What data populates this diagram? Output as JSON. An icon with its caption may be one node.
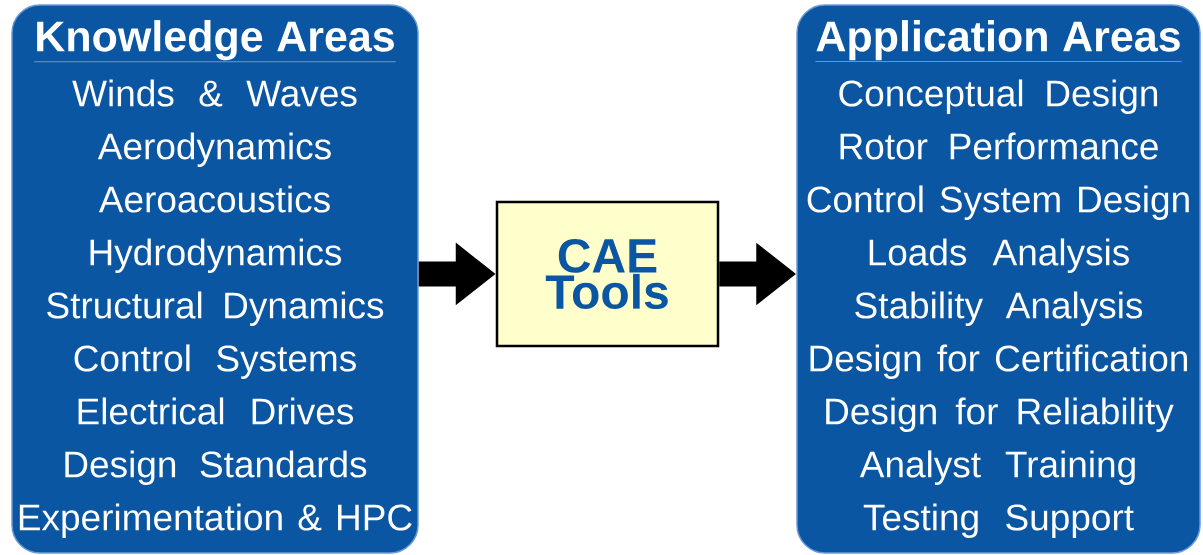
{
  "diagram": {
    "nodes": [
      {
        "text": [
          "Knowledge Areas",
          "Winds & Waves",
          "Aerodynamics",
          "Aeroacoustics",
          "Hydrodynamics",
          "Structural Dynamics",
          "Control Systems",
          "Electrical Drives",
          "Design Standards",
          "Experimentation & HPC"
        ]
      },
      {
        "text": [
          "CAE Tools"
        ]
      },
      {
        "text": [
          "Application Areas",
          "Conceptual Design",
          "Rotor Performance",
          "Control System Design",
          "Loads Analysis",
          "Stability Analysis",
          "Design for Certification",
          "Design for Reliability",
          "Analyst Training",
          "Testing Support"
        ]
      }
    ],
    "edges": [
      {
        "from": 0,
        "to": 1,
        "arrow": "to"
      },
      {
        "from": 1,
        "to": 2,
        "arrow": "to"
      }
    ]
  }
}
